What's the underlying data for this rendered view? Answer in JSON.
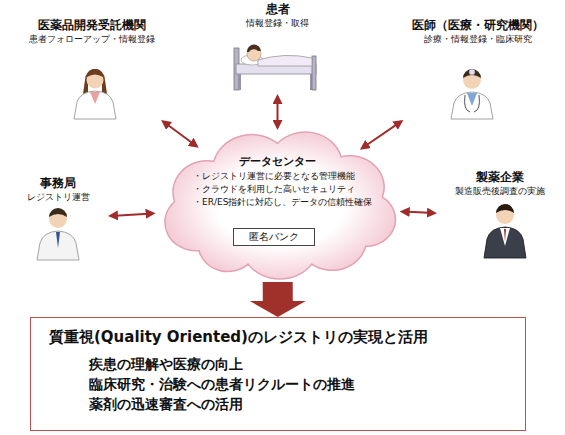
{
  "diagram": {
    "nodes": [
      {
        "text": [
          "患者",
          "情報登録・取得"
        ]
      },
      {
        "text": [
          "医薬品開発受託機関",
          "患者フォローアップ・情報登録"
        ]
      },
      {
        "text": [
          "医師（医療・研究機関）",
          "診療・情報登録・臨床研究"
        ]
      },
      {
        "text": [
          "事務局",
          "レジストリ運営"
        ]
      },
      {
        "text": [
          "データセンター",
          "・レジストリ運営に必要となる管理機能",
          "・クラウドを利用した高いセキュリティ",
          "・ER/ES指針に対応し、データの信頼性確保"
        ]
      },
      {
        "text": [
          "匿名バンク"
        ],
        "in": 4
      },
      {
        "text": [
          "製薬企業",
          "製造販売後調査の実施"
        ]
      },
      {
        "text": [
          "質重視(Quality Oriented)のレジストリの実現と活用",
          "疾患の理解や医療の向上",
          "臨床研究・治験への患者リクルートの推進",
          "薬剤の迅速審査への活用"
        ]
      }
    ],
    "edges": [
      {
        "from": 0,
        "to": 4,
        "arrow": "both"
      },
      {
        "from": 1,
        "to": 4,
        "arrow": "both"
      },
      {
        "from": 2,
        "to": 4,
        "arrow": "both"
      },
      {
        "from": 3,
        "to": 4,
        "arrow": "both"
      },
      {
        "from": 6,
        "to": 4,
        "arrow": "both"
      },
      {
        "from": 4,
        "to": 7,
        "arrow": "to"
      }
    ]
  }
}
